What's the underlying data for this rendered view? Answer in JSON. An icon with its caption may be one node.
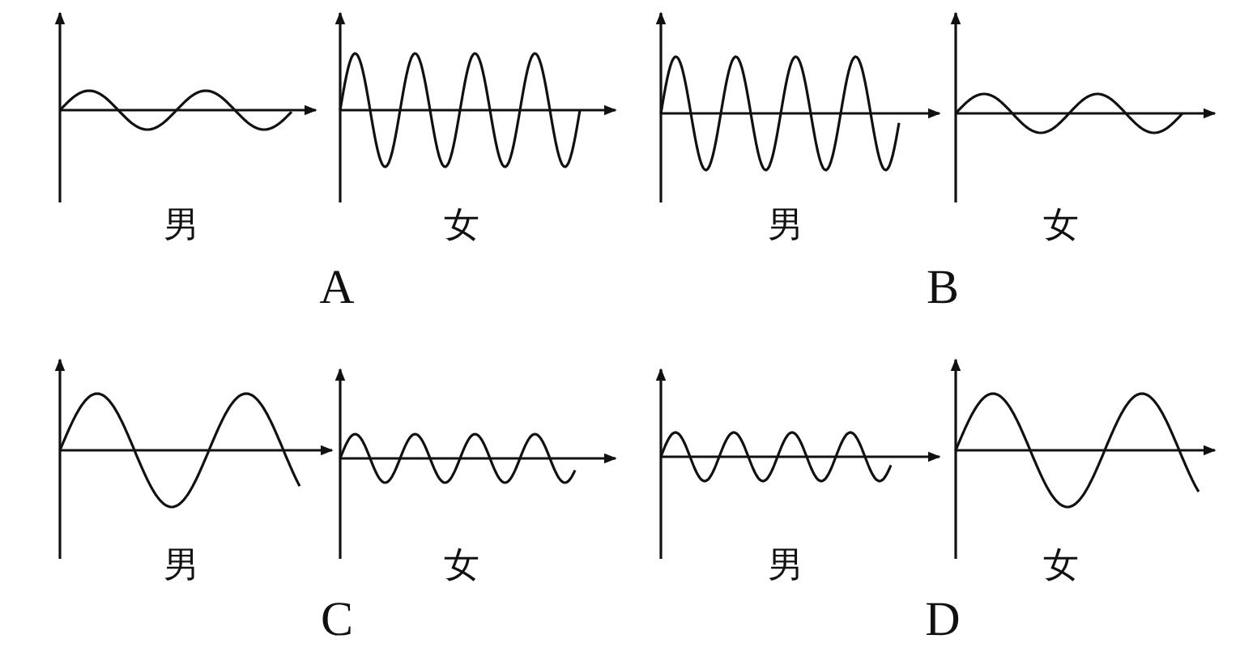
{
  "diagram": {
    "labels": [
      "男",
      "女",
      "男",
      "女",
      "A",
      "B",
      "男",
      "女",
      "男",
      "女",
      "C",
      "D"
    ]
  }
}
